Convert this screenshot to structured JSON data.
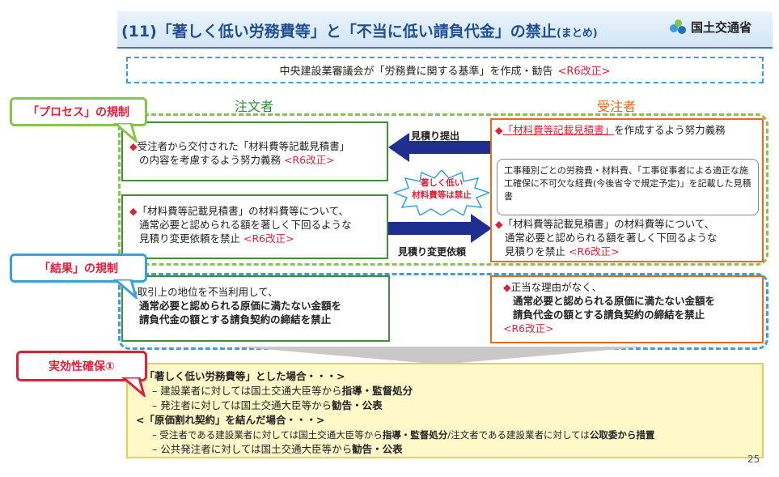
{
  "header": {
    "title_main": "(11)「著しく低い労務費等」と「不当に低い請負代金」の禁止",
    "title_suffix": "(まとめ)",
    "ministry": "国土交通省"
  },
  "standard": {
    "text": "中央建設業審議会が「労務費に関する基準」を作成・勧告",
    "tag": "<R6改正>"
  },
  "parties": {
    "orderer": "注文者",
    "contractor": "受注者"
  },
  "labels": {
    "process": "「プロセス」の規制",
    "result": "「結果」の規制",
    "enforce": "実効性確保①"
  },
  "arrows": {
    "estimate_submit": "見積り提出",
    "estimate_change": "見積り変更依頼",
    "burst_line1": "著しく低い",
    "burst_line2": "材料費等は禁止"
  },
  "orderer_box1": {
    "bullet": "◆",
    "line1": "受注者から交付された「材料費等記載見積書」",
    "line2": "の内容を考慮するよう努力義務",
    "tag": "<R6改正>"
  },
  "orderer_box2": {
    "bullet": "◆",
    "line1": "「材料費等記載見積書」の材料費等について、",
    "line2": "通常必要と認められる額を著しく下回るような",
    "line3": "見積り変更依頼を禁止",
    "tag": "<R6改正>"
  },
  "contractor_box1": {
    "bullet": "◆",
    "link": "「材料費等記載見積書」",
    "rest": "を作成するよう努力義務"
  },
  "contractor_note": {
    "text": "工事種別ごとの労務費・材料費、「工事従事者による適正な施工確保に不可欠な経費(今後省令で規定予定)」を記載した見積書"
  },
  "contractor_box2": {
    "bullet": "◆",
    "line1": "「材料費等記載見積書」の材料費等について、",
    "line2": "通常必要と認められる額を著しく下回るような",
    "line3": "見積りを禁止",
    "tag": "<R6改正>"
  },
  "result_orderer": {
    "bullet": "◆",
    "line1": "取引上の地位を不当利用して、",
    "line2": "通常必要と認められる原価に満たない金額を",
    "line3": "請負代金の額とする請負契約の締結を禁止"
  },
  "result_contractor": {
    "bullet": "◆",
    "line1": "正当な理由がなく、",
    "line2": "通常必要と認められる原価に満たない金額を",
    "line3": "請負代金の額とする請負契約の締結を禁止",
    "tag": "<R6改正>"
  },
  "enforcement": {
    "h1": "<「著しく低い労務費等」とした場合・・・>",
    "i1_pre": "– 建設業者に対しては国土交通大臣等から",
    "i1_bold": "指導・監督処分",
    "i2_pre": "– 発注者に対しては国土交通大臣等から",
    "i2_bold": "勧告・公表",
    "h2": "<「原価割れ契約」を結んだ場合・・・>",
    "i3_pre": "– 受注者である建設業者に対しては国土交通大臣等から",
    "i3_bold": "指導・監督処分",
    "i3_mid": "/注文者である建設業者に対しては",
    "i3_bold2": "公取委から措置",
    "i4_pre": "– 公共発注者に対しては国土交通大臣等から",
    "i4_bold": "勧告・公表"
  },
  "page_number": "25",
  "colors": {
    "title_blue": "#1f4e91",
    "green": "#88c448",
    "blue": "#3aa0dc",
    "red": "#e0203a",
    "orange": "#e86a1a",
    "navy_arrow": "#1f2f8f",
    "yellow": "#fff9c9"
  }
}
